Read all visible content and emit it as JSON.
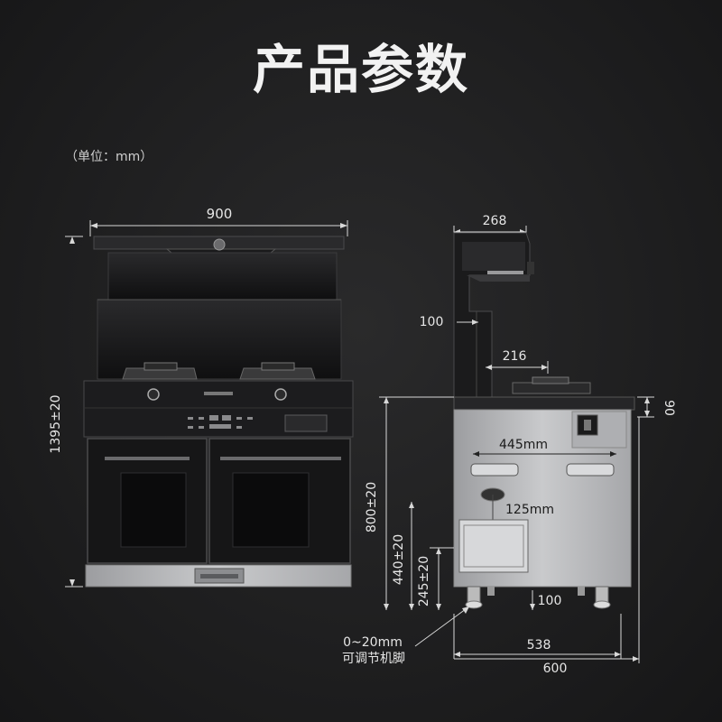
{
  "title": "产品参数",
  "unit_note": "（单位：mm）",
  "front_view": {
    "width_label": "900",
    "height_label": "1395±20"
  },
  "side_view": {
    "top_depth_label": "268",
    "hood_step_label": "100",
    "burner_offset_label": "216",
    "top_thickness_label": "90",
    "body_height_label": "800±20",
    "cabinet_height_label": "440±20",
    "bin_height_label": "245±20",
    "inner_width_label": "445mm",
    "pipe_label": "125mm",
    "foot_gap_label": "100",
    "base_depth_label": "538",
    "total_depth_label": "600",
    "foot_range_label": "0~20mm",
    "foot_caption": "可调节机脚"
  },
  "colors": {
    "background": "#1f1f20",
    "appliance_black": "#1c1c1e",
    "steel": "#b9babd",
    "dimension_line": "#d8d8d8"
  }
}
